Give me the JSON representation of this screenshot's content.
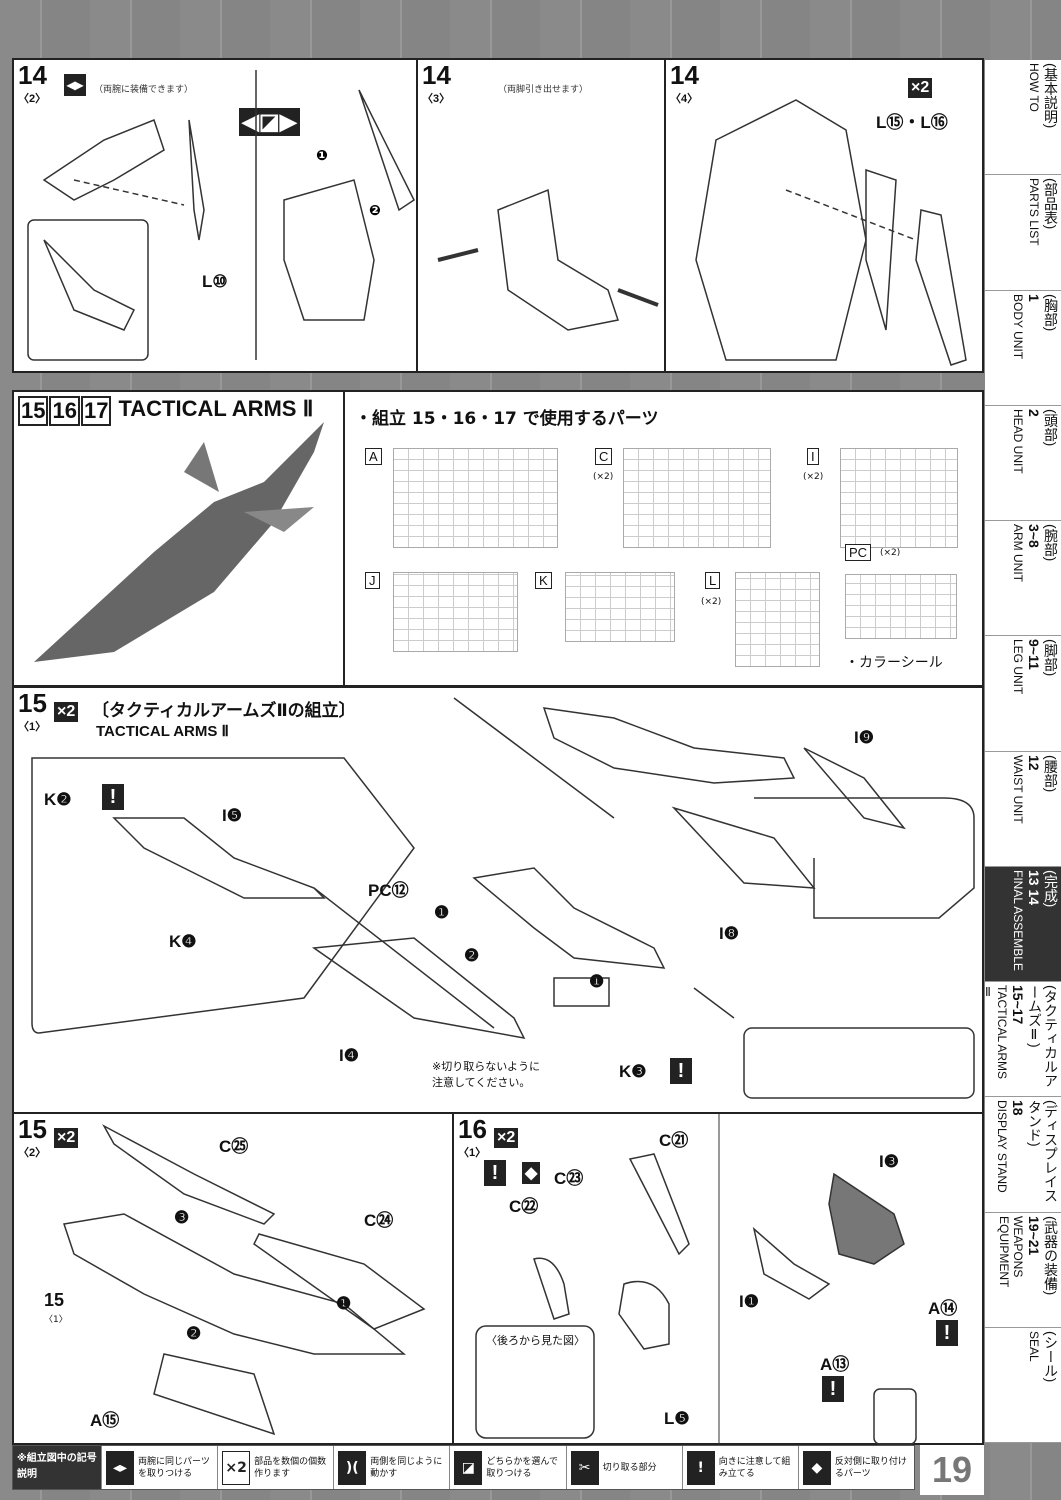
{
  "steps": {
    "s14_2": {
      "num": "14",
      "sub": "〈2〉",
      "note": "（両腕に装備できます）",
      "part": "L⑩",
      "arrows": [
        "❶",
        "❷"
      ]
    },
    "s14_3": {
      "num": "14",
      "sub": "〈3〉",
      "note": "（両脚引き出せます）"
    },
    "s14_4": {
      "num": "14",
      "sub": "〈4〉",
      "mult": "×2",
      "part": "L⑮・L⑯"
    },
    "s15_17": {
      "nums": [
        "15",
        "16",
        "17"
      ],
      "title": "TACTICAL ARMS Ⅱ",
      "parts_heading": "・組立 15・16・17 で使用するパーツ",
      "runners": [
        {
          "id": "A",
          "count": ""
        },
        {
          "id": "C",
          "count": "(×2)"
        },
        {
          "id": "I",
          "count": "(×2)"
        },
        {
          "id": "J",
          "count": ""
        },
        {
          "id": "K",
          "count": ""
        },
        {
          "id": "L",
          "count": "(×2)"
        },
        {
          "id": "PC",
          "count": "(×2)"
        }
      ],
      "seal": "・カラーシール"
    },
    "s15_1": {
      "num": "15",
      "sub": "〈1〉",
      "mult": "×2",
      "title_jp": "〔タクティカルアームズⅡの組立〕",
      "title_en": "TACTICAL ARMS Ⅱ",
      "parts": [
        "K❷",
        "I❺",
        "K❹",
        "PC⑫",
        "I❹",
        "K❸",
        "I❾",
        "I❽"
      ],
      "caution": "※切り取らないように\n注意してください。",
      "steps": [
        "❶",
        "❷",
        "❶"
      ]
    },
    "s15_2": {
      "num": "15",
      "sub": "〈2〉",
      "mult": "×2",
      "parts": [
        "C㉕",
        "C㉔",
        "A⑮"
      ],
      "ref": "15",
      "ref_sub": "〈1〉",
      "steps": [
        "❸",
        "❷",
        "❶"
      ]
    },
    "s16_1": {
      "num": "16",
      "sub": "〈1〉",
      "mult": "×2",
      "parts": [
        "C㉑",
        "C㉓",
        "C㉒",
        "I❸",
        "I❶",
        "A⑭",
        "A⑬",
        "L❺"
      ],
      "rear_view": "〈後ろから見た図〉"
    }
  },
  "sidebar": [
    {
      "jp": "(基本説明)",
      "en": "HOW TO",
      "num": ""
    },
    {
      "jp": "(部品表)",
      "en": "PARTS LIST",
      "num": ""
    },
    {
      "jp": "(胸部)",
      "en": "BODY UNIT",
      "num": "1"
    },
    {
      "jp": "(頭部)",
      "en": "HEAD UNIT",
      "num": "2"
    },
    {
      "jp": "(腕部)",
      "en": "ARM UNIT",
      "num": "3~8"
    },
    {
      "jp": "(脚部)",
      "en": "LEG UNIT",
      "num": "9~11"
    },
    {
      "jp": "(腰部)",
      "en": "WAIST UNIT",
      "num": "12"
    },
    {
      "jp": "(完成)",
      "en": "FINAL ASSEMBLE",
      "num": "13 14"
    },
    {
      "jp": "(タクティカルアームズⅡ)",
      "en": "TACTICAL ARMS Ⅱ",
      "num": "15~17"
    },
    {
      "jp": "(ディスプレイスタンド)",
      "en": "DISPLAY STAND",
      "num": "18"
    },
    {
      "jp": "(武器の装備)",
      "en": "WEAPONS EQUIPMENT",
      "num": "19~21"
    },
    {
      "jp": "(シール)",
      "en": "SEAL",
      "num": ""
    }
  ],
  "legend": {
    "heading": "※組立図中の記号説明",
    "items": [
      {
        "icon": "◂▸",
        "text": "両腕に同じパーツを取りつける"
      },
      {
        "icon": "×2",
        "text": "部品を数個の個数作ります"
      },
      {
        "icon": ")(",
        "text": "両側を同じように動かす"
      },
      {
        "icon": "◪",
        "text": "どちらかを選んで取りつける"
      },
      {
        "icon": "✂",
        "text": "切り取る部分"
      },
      {
        "icon": "!",
        "text": "向きに注意して組み立てる"
      },
      {
        "icon": "◆",
        "text": "反対側に取り付けるパーツ"
      }
    ]
  },
  "page_number": "19"
}
